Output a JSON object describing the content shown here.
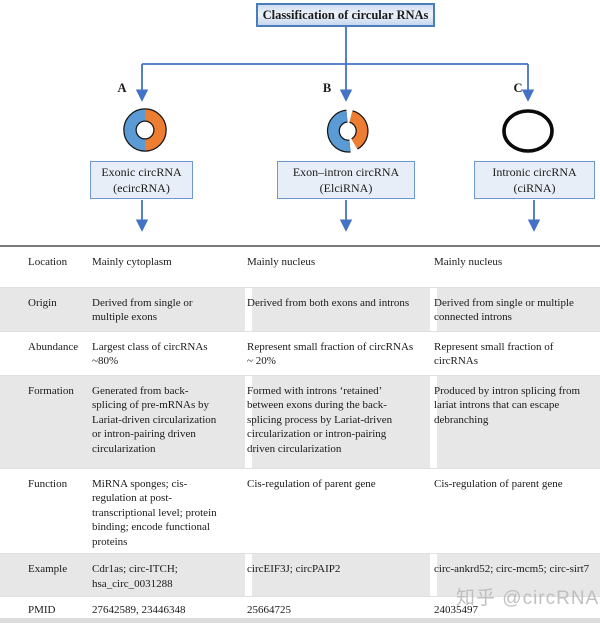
{
  "diagram": {
    "root_label": "Classification of circular RNAs",
    "branches": [
      {
        "letter": "A",
        "icon": "exonic-circrna-icon",
        "box_line1": "Exonic circRNA",
        "box_line2": "(ecircRNA)"
      },
      {
        "letter": "B",
        "icon": "exon-intron-circrna-icon",
        "box_line1": "Exon–intron circRNA",
        "box_line2": "(ElciRNA)"
      },
      {
        "letter": "C",
        "icon": "intronic-circrna-icon",
        "box_line1": "Intronic circRNA",
        "box_line2": "(ciRNA)"
      }
    ],
    "colors": {
      "connector_blue": "#4472c4",
      "box_border_blue": "#4a7ebb",
      "box_fill_blue": "#e8eef7",
      "donut_blue": "#5b9bd5",
      "donut_orange": "#ed7d31",
      "plain_ring_black": "#0a0a0a"
    }
  },
  "table": {
    "shaded_row_color": "#e7e7e7",
    "rows": [
      {
        "label": "Location",
        "shaded": false,
        "cols": [
          "Mainly cytoplasm",
          "Mainly nucleus",
          "Mainly nucleus"
        ]
      },
      {
        "label": "Origin",
        "shaded": true,
        "cols": [
          "Derived from single or multiple exons",
          "Derived from both exons and introns",
          "Derived from single or multiple connected introns"
        ]
      },
      {
        "label": "Abundance",
        "shaded": false,
        "cols": [
          "Largest class of circRNAs ~80%",
          "Represent small fraction of circRNAs ~ 20%",
          "Represent small fraction of circRNAs"
        ]
      },
      {
        "label": "Formation",
        "shaded": true,
        "cols": [
          "Generated from back-splicing of pre-mRNAs by Lariat-driven circularization or intron-pairing driven circularization",
          "Formed with introns ‘retained’ between exons during the back-splicing process by Lariat-driven circularization or intron-pairing driven circularization",
          "Produced by intron splicing from lariat introns that can escape debranching"
        ]
      },
      {
        "label": "Function",
        "shaded": false,
        "cols": [
          "MiRNA sponges; cis-regulation at post-transcriptional level; protein binding; encode functional proteins",
          "Cis-regulation of parent gene",
          "Cis-regulation of parent gene"
        ]
      },
      {
        "label": "Example",
        "shaded": true,
        "cols": [
          "Cdr1as; circ-ITCH; hsa_circ_0031288",
          "circEIF3J; circPAIP2",
          "circ-ankrd52; circ-mcm5; circ-sirt7"
        ]
      },
      {
        "label": "PMID",
        "shaded": false,
        "cols": [
          "27642589, 23446348",
          "25664725",
          "24035497"
        ]
      }
    ]
  },
  "watermark": "知乎 @circRNA"
}
